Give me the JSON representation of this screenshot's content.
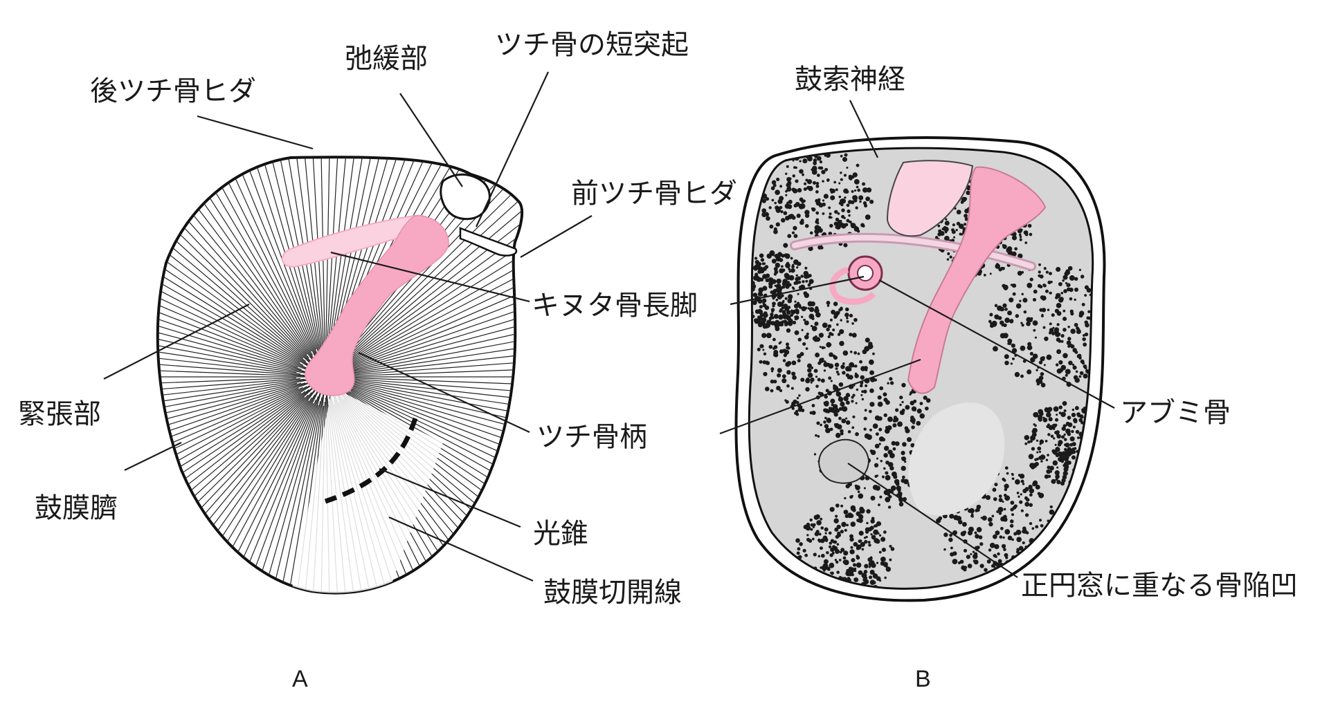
{
  "figure": {
    "panels": [
      {
        "id": "A",
        "caption": "A",
        "labels": [
          {
            "key": "posterior_fold",
            "text": "後ツチ骨ヒダ"
          },
          {
            "key": "pars_flaccida",
            "text": "弛緩部"
          },
          {
            "key": "short_process",
            "text": "ツチ骨の短突起"
          },
          {
            "key": "anterior_fold",
            "text": "前ツチ骨ヒダ"
          },
          {
            "key": "long_process_incus",
            "text": "キヌタ骨長脚"
          },
          {
            "key": "pars_tensa",
            "text": "緊張部"
          },
          {
            "key": "manubrium",
            "text": "ツチ骨柄"
          },
          {
            "key": "umbo",
            "text": "鼓膜臍"
          },
          {
            "key": "cone_of_light",
            "text": "光錐"
          },
          {
            "key": "incision_line",
            "text": "鼓膜切開線"
          }
        ]
      },
      {
        "id": "B",
        "caption": "B",
        "labels": [
          {
            "key": "chorda_tympani",
            "text": "鼓索神経"
          },
          {
            "key": "stapes",
            "text": "アブミ骨"
          },
          {
            "key": "round_window_niche",
            "text": "正円窓に重なる骨陥凹"
          }
        ]
      }
    ],
    "colors": {
      "ossicle_pink": "#f7a9c4",
      "ossicle_light": "#fbd3e0",
      "bone_gray": "#d6d6d6",
      "ink": "#111111",
      "background": "#ffffff"
    }
  }
}
